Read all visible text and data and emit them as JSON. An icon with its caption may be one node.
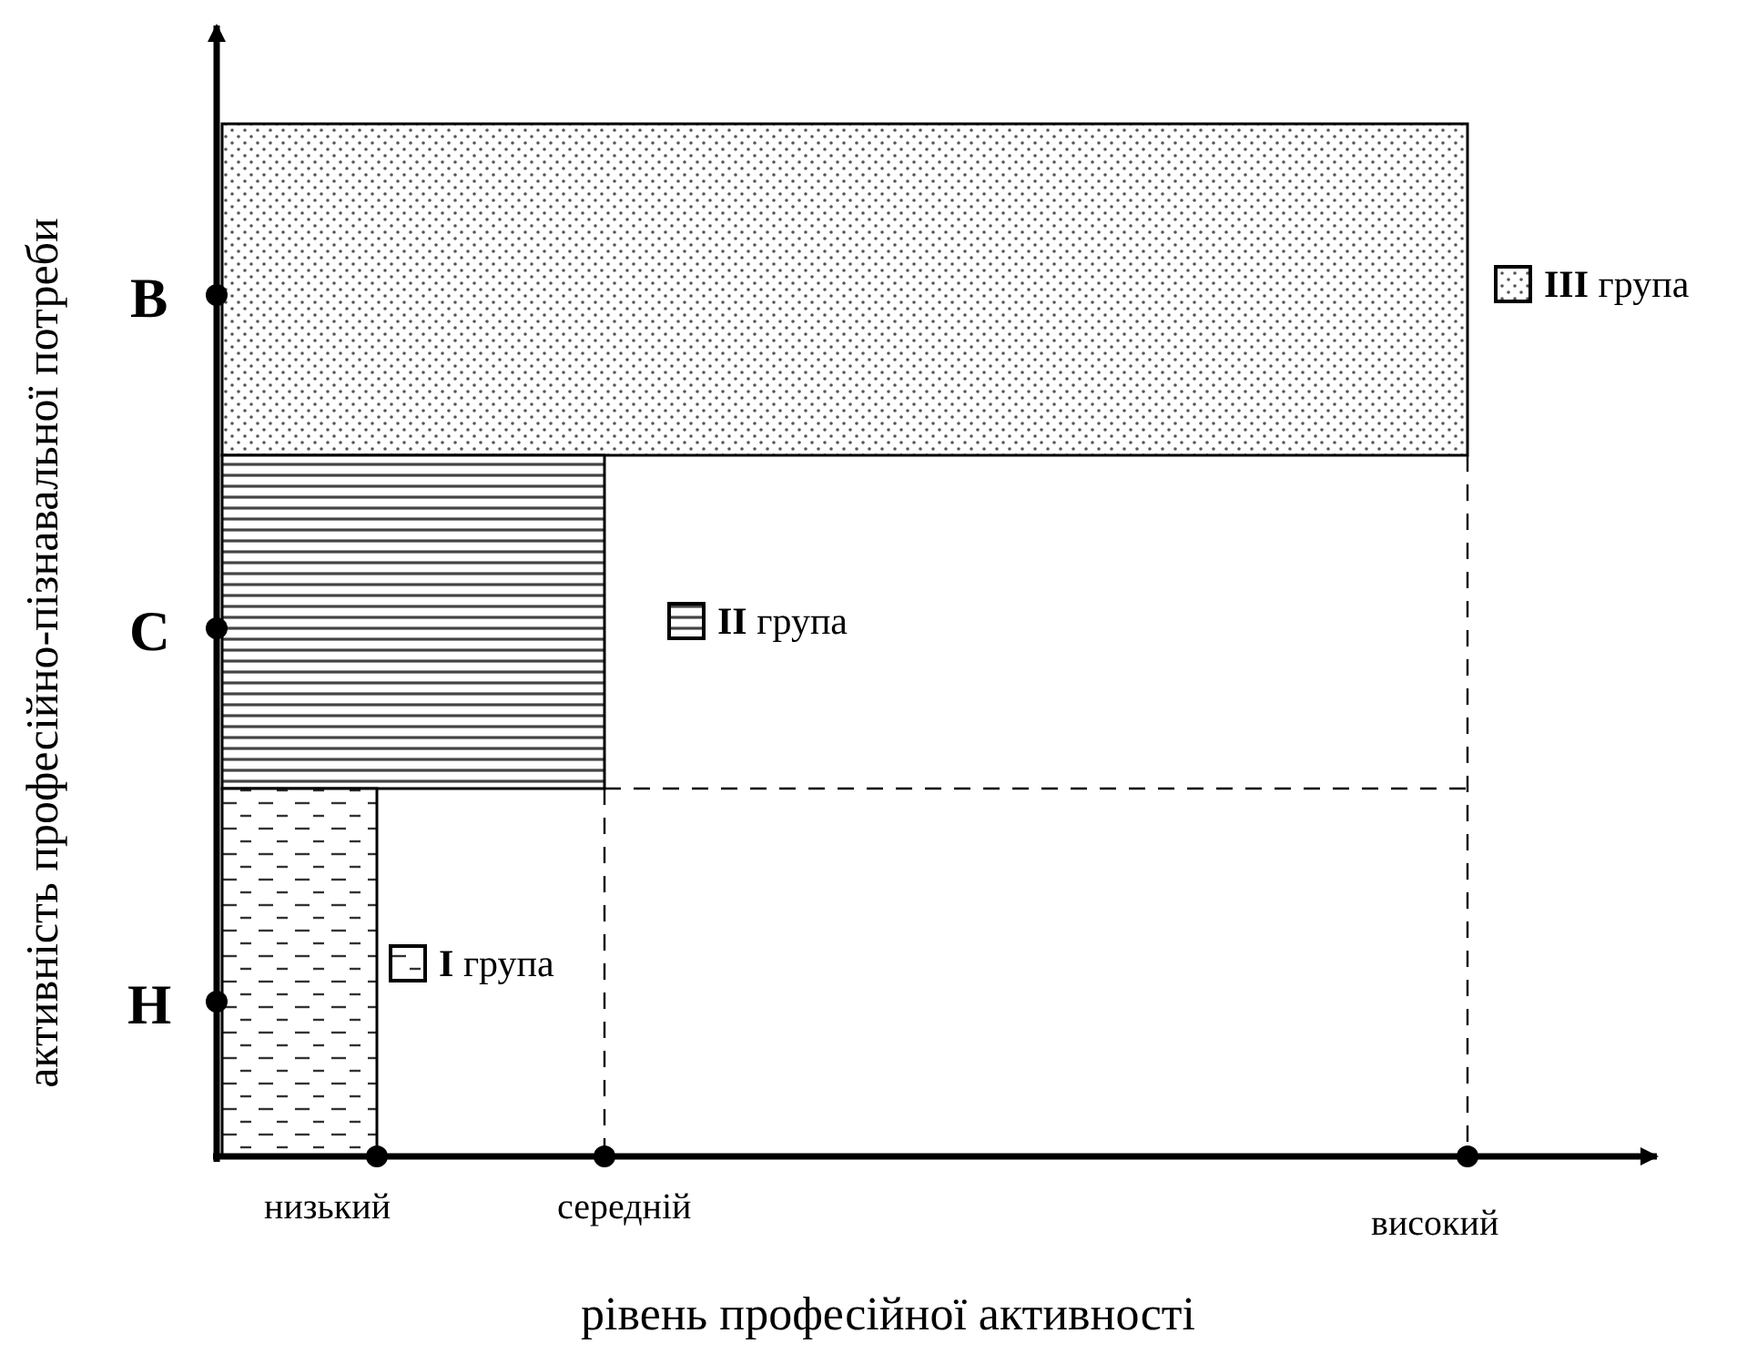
{
  "diagram": {
    "labels": [
      "активність професійно-пізнавальної потреби",
      "В",
      "С",
      "Н",
      "низький",
      "середній",
      "високий",
      "рівень професійної активності"
    ],
    "legend": [
      {
        "text": "**III** група"
      },
      {
        "text": "**II** група"
      },
      {
        "text": "**I** група"
      }
    ]
  }
}
